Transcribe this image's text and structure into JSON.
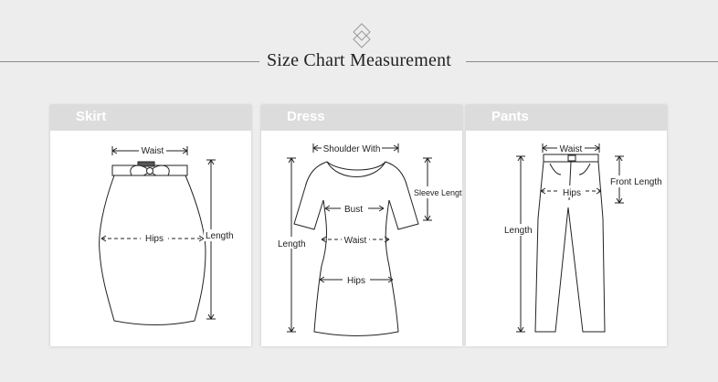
{
  "header": {
    "title": "Size Chart Measurement",
    "icon": "diamond-ornament-icon"
  },
  "panels": {
    "skirt": {
      "label": "Skirt",
      "waist": "Waist",
      "hips": "Hips",
      "length": "Length"
    },
    "dress": {
      "label": "Dress",
      "shoulder": "Shoulder With",
      "bust": "Bust",
      "waist": "Waist",
      "hips": "Hips",
      "sleeve": "Sleeve Length",
      "length": "Length"
    },
    "pants": {
      "label": "Pants",
      "waist": "Waist",
      "hips": "Hips",
      "front_length": "Front Length",
      "length": "Length"
    }
  },
  "colors": {
    "background": "#ededed",
    "panel_header": "#dcdcdc",
    "line": "#222222"
  }
}
